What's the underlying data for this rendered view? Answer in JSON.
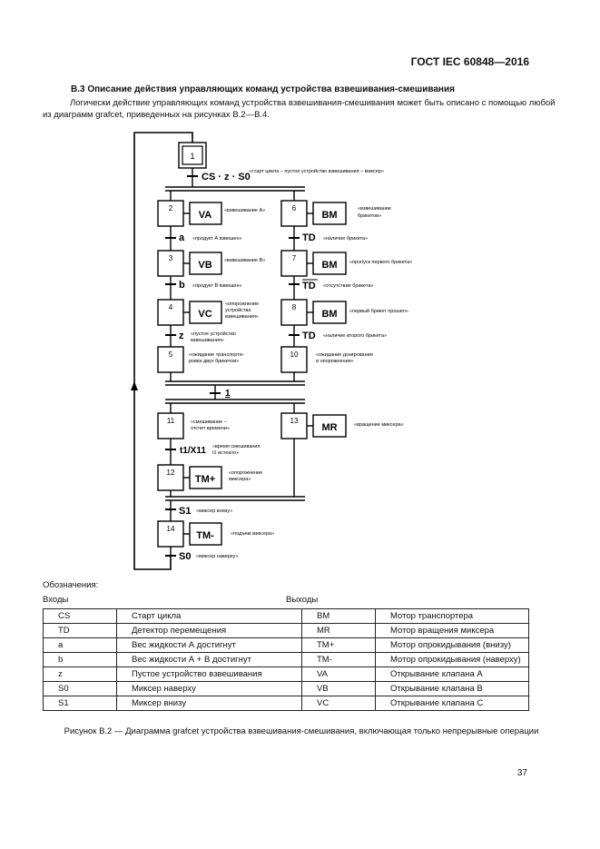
{
  "header": {
    "standard": "ГОСТ IEC 60848—2016"
  },
  "section": {
    "title": "В.3 Описание действия управляющих команд устройства взвешивания-смешивания",
    "paragraph": "Логически действие управляющих команд устройства взвешивания-смешивания может быть описано с помощью любой из диаграмм grafcet, приведенных на рисунках В.2—В.4."
  },
  "diagram": {
    "steps": {
      "s1": "1",
      "s2": "2",
      "s3": "3",
      "s4": "4",
      "s5": "5",
      "s6": "6",
      "s7": "7",
      "s8": "8",
      "s10": "10",
      "s11": "11",
      "s12": "12",
      "s13": "13",
      "s14": "14"
    },
    "actions": {
      "va": "VA",
      "vb": "VB",
      "vc": "VC",
      "bm6": "BM",
      "bm7": "BM",
      "bm8": "BM",
      "mr": "MR",
      "tmp": "TM+",
      "tmm": "TM-"
    },
    "transitions": {
      "t1": "CS · z · S0",
      "ta": "a",
      "tb": "b",
      "tz": "z",
      "td1": "TD",
      "td2": "TD",
      "td3": "TD",
      "tsync": "1",
      "tx11": "t1/X11",
      "ts1": "S1",
      "ts0": "S0"
    },
    "notes": {
      "n_t1": "«старт цикла – пустое устройство взвешивания – миксер»",
      "n_va": "«взвешивание А»",
      "n_bm6": "«взвешивание",
      "n_bm6b": "брикетов»",
      "n_a": "«продукт А взвешен»",
      "n_td1": "«наличие брикета»",
      "n_vb": "«взвешивание В»",
      "n_bm7": "«пропуск первого брикета»",
      "n_b": "«продукт В взвешен»",
      "n_td2": "«отсутствие брикета»",
      "n_vc1": "«опорожнение",
      "n_vc2": "устройства",
      "n_vc3": "взвешивания»",
      "n_bm8": "«первый брикет прошел»",
      "n_z1": "«пустое устройство",
      "n_z2": "взвешивания»",
      "n_td3": "«наличие второго брикета»",
      "n_s5a": "«ожидание транспорти-",
      "n_s5b": "ровки двух брикетов»",
      "n_s10a": "«ожидание дозирования",
      "n_s10b": "и опорожнения»",
      "n_s11a": "«смешивание –",
      "n_s11b": "отсчет времени»",
      "n_s13": "«вращение миксера»",
      "n_tx1": "«время смешивания",
      "n_tx2": "t1 истекло»",
      "n_s12a": "«опорожнение",
      "n_s12b": "миксера»",
      "n_s1": "«миксер внизу»",
      "n_s14": "«подъем миксера»",
      "n_s0": "«миксер наверху»"
    }
  },
  "legend": {
    "title": "Обозначения:",
    "inputs_header": "Входы",
    "outputs_header": "Выходы",
    "rows": [
      {
        "in_code": "CS",
        "in_desc": "Старт цикла",
        "out_code": "BM",
        "out_desc": "Мотор транспортера"
      },
      {
        "in_code": "TD",
        "in_desc": "Детектор перемещения",
        "out_code": "MR",
        "out_desc": "Мотор вращения миксера"
      },
      {
        "in_code": "a",
        "in_desc": "Вес жидкости А достигнут",
        "out_code": "TM+",
        "out_desc": "Мотор опрокидывания (внизу)"
      },
      {
        "in_code": "b",
        "in_desc": "Вес жидкости А + В достигнут",
        "out_code": "TM-",
        "out_desc": "Мотор опрокидывания (наверху)"
      },
      {
        "in_code": "z",
        "in_desc": "Пустое устройство взвешивания",
        "out_code": "VA",
        "out_desc": "Открывание клапана А"
      },
      {
        "in_code": "S0",
        "in_desc": "Миксер наверху",
        "out_code": "VB",
        "out_desc": "Открывание клапана В"
      },
      {
        "in_code": "S1",
        "in_desc": "Миксер внизу",
        "out_code": "VC",
        "out_desc": "Открывание клапана С"
      }
    ]
  },
  "caption": "Рисунок В.2 — Диаграмма grafcet устройства взвешивания-смешивания, включающая только непрерывные операции",
  "page_number": "37"
}
